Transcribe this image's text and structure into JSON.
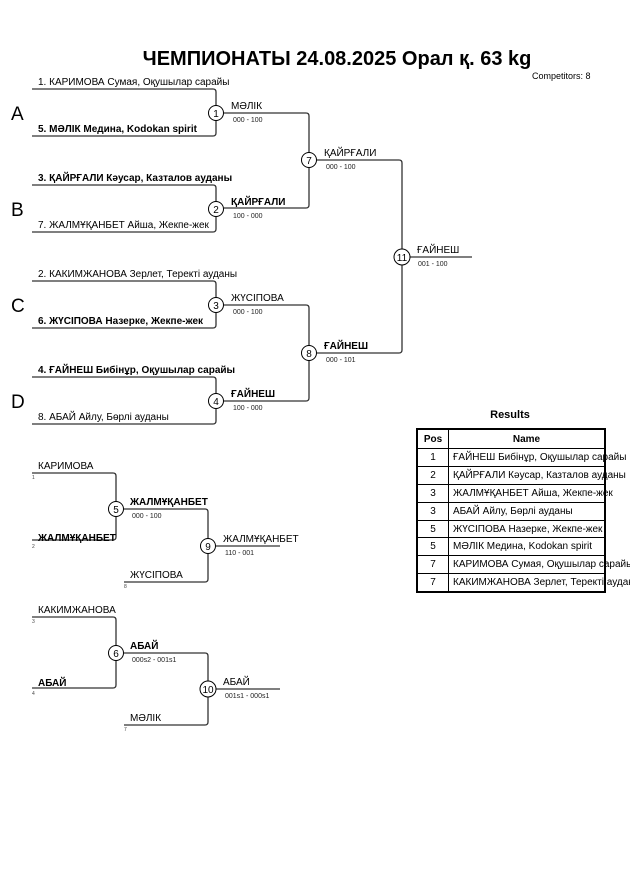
{
  "header": {
    "title": "ЧЕМПИОНАТЫ  24.08.2025  Орал қ.   63 kg",
    "competitors": "Competitors: 8"
  },
  "pools": [
    "A",
    "B",
    "C",
    "D"
  ],
  "entrants": [
    {
      "label": "1. КАРИМОВА Сумая, Оқушылар сарайы",
      "winner": false
    },
    {
      "label": "5. МӘЛІК Медина, Kodokan spirit",
      "winner": true
    },
    {
      "label": "3. ҚАЙРҒАЛИ Кәусар, Казталов ауданы",
      "winner": true
    },
    {
      "label": "7. ЖАЛМҰҚАНБЕТ Айша, Жекпе-жек",
      "winner": false
    },
    {
      "label": "2. КАКИМЖАНОВА Зерлет, Теректі ауданы",
      "winner": false
    },
    {
      "label": "6. ЖҮСІПОВА Назерке, Жекпе-жек",
      "winner": true
    },
    {
      "label": "4. ҒАЙНЕШ Бибінұр, Оқушылар сарайы",
      "winner": true
    },
    {
      "label": "8. АБАЙ Айлу, Бөрлі ауданы",
      "winner": false
    }
  ],
  "matches": [
    {
      "num": "1",
      "winner": "МӘЛІК",
      "score": "000 - 100"
    },
    {
      "num": "2",
      "winner": "ҚАЙРҒАЛИ",
      "score": "100 - 000"
    },
    {
      "num": "3",
      "winner": "ЖҮСІПОВА",
      "score": "000 - 100"
    },
    {
      "num": "4",
      "winner": "ҒАЙНЕШ",
      "score": "100 - 000"
    },
    {
      "num": "7",
      "winner": "ҚАЙРҒАЛИ",
      "score": "000 - 100"
    },
    {
      "num": "8",
      "winner": "ҒАЙНЕШ",
      "score": "000 - 101"
    },
    {
      "num": "11",
      "winner": "ҒАЙНЕШ",
      "score": "001 - 100"
    }
  ],
  "repechage": [
    {
      "top": "КАРИМОВА",
      "top_seed": "1",
      "bottom": "ЖАЛМҰҚАНБЕТ",
      "bottom_seed": "2",
      "m1": {
        "num": "5",
        "winner": "ЖАЛМҰҚАНБЕТ",
        "score": "000 - 100"
      },
      "third": "ЖҮСІПОВА",
      "third_seed": "8",
      "m2": {
        "num": "9",
        "winner": "ЖАЛМҰҚАНБЕТ",
        "score": "110 - 001"
      }
    },
    {
      "top": "КАКИМЖАНОВА",
      "top_seed": "3",
      "bottom": "АБАЙ",
      "bottom_seed": "4",
      "m1": {
        "num": "6",
        "winner": "АБАЙ",
        "score": "000s2 - 001s1"
      },
      "third": "МӘЛІК",
      "third_seed": "7",
      "m2": {
        "num": "10",
        "winner": "АБАЙ",
        "score": "001s1 - 000s1"
      }
    }
  ],
  "results": {
    "title": "Results",
    "headers": [
      "Pos",
      "Name"
    ],
    "rows": [
      {
        "pos": "1",
        "name": "ҒАЙНЕШ Бибінұр, Оқушылар сарайы"
      },
      {
        "pos": "2",
        "name": "ҚАЙРҒАЛИ Кәусар, Казталов ауданы"
      },
      {
        "pos": "3",
        "name": "ЖАЛМҰҚАНБЕТ Айша, Жекпе-жек"
      },
      {
        "pos": "3",
        "name": "АБАЙ Айлу, Бөрлі ауданы"
      },
      {
        "pos": "5",
        "name": "ЖҮСІПОВА Назерке, Жекпе-жек"
      },
      {
        "pos": "5",
        "name": "МӘЛІК Медина, Kodokan spirit"
      },
      {
        "pos": "7",
        "name": "КАРИМОВА Сумая, Оқушылар сарайы"
      },
      {
        "pos": "7",
        "name": "КАКИМЖАНОВА Зерлет, Теректі ауданы"
      }
    ]
  }
}
